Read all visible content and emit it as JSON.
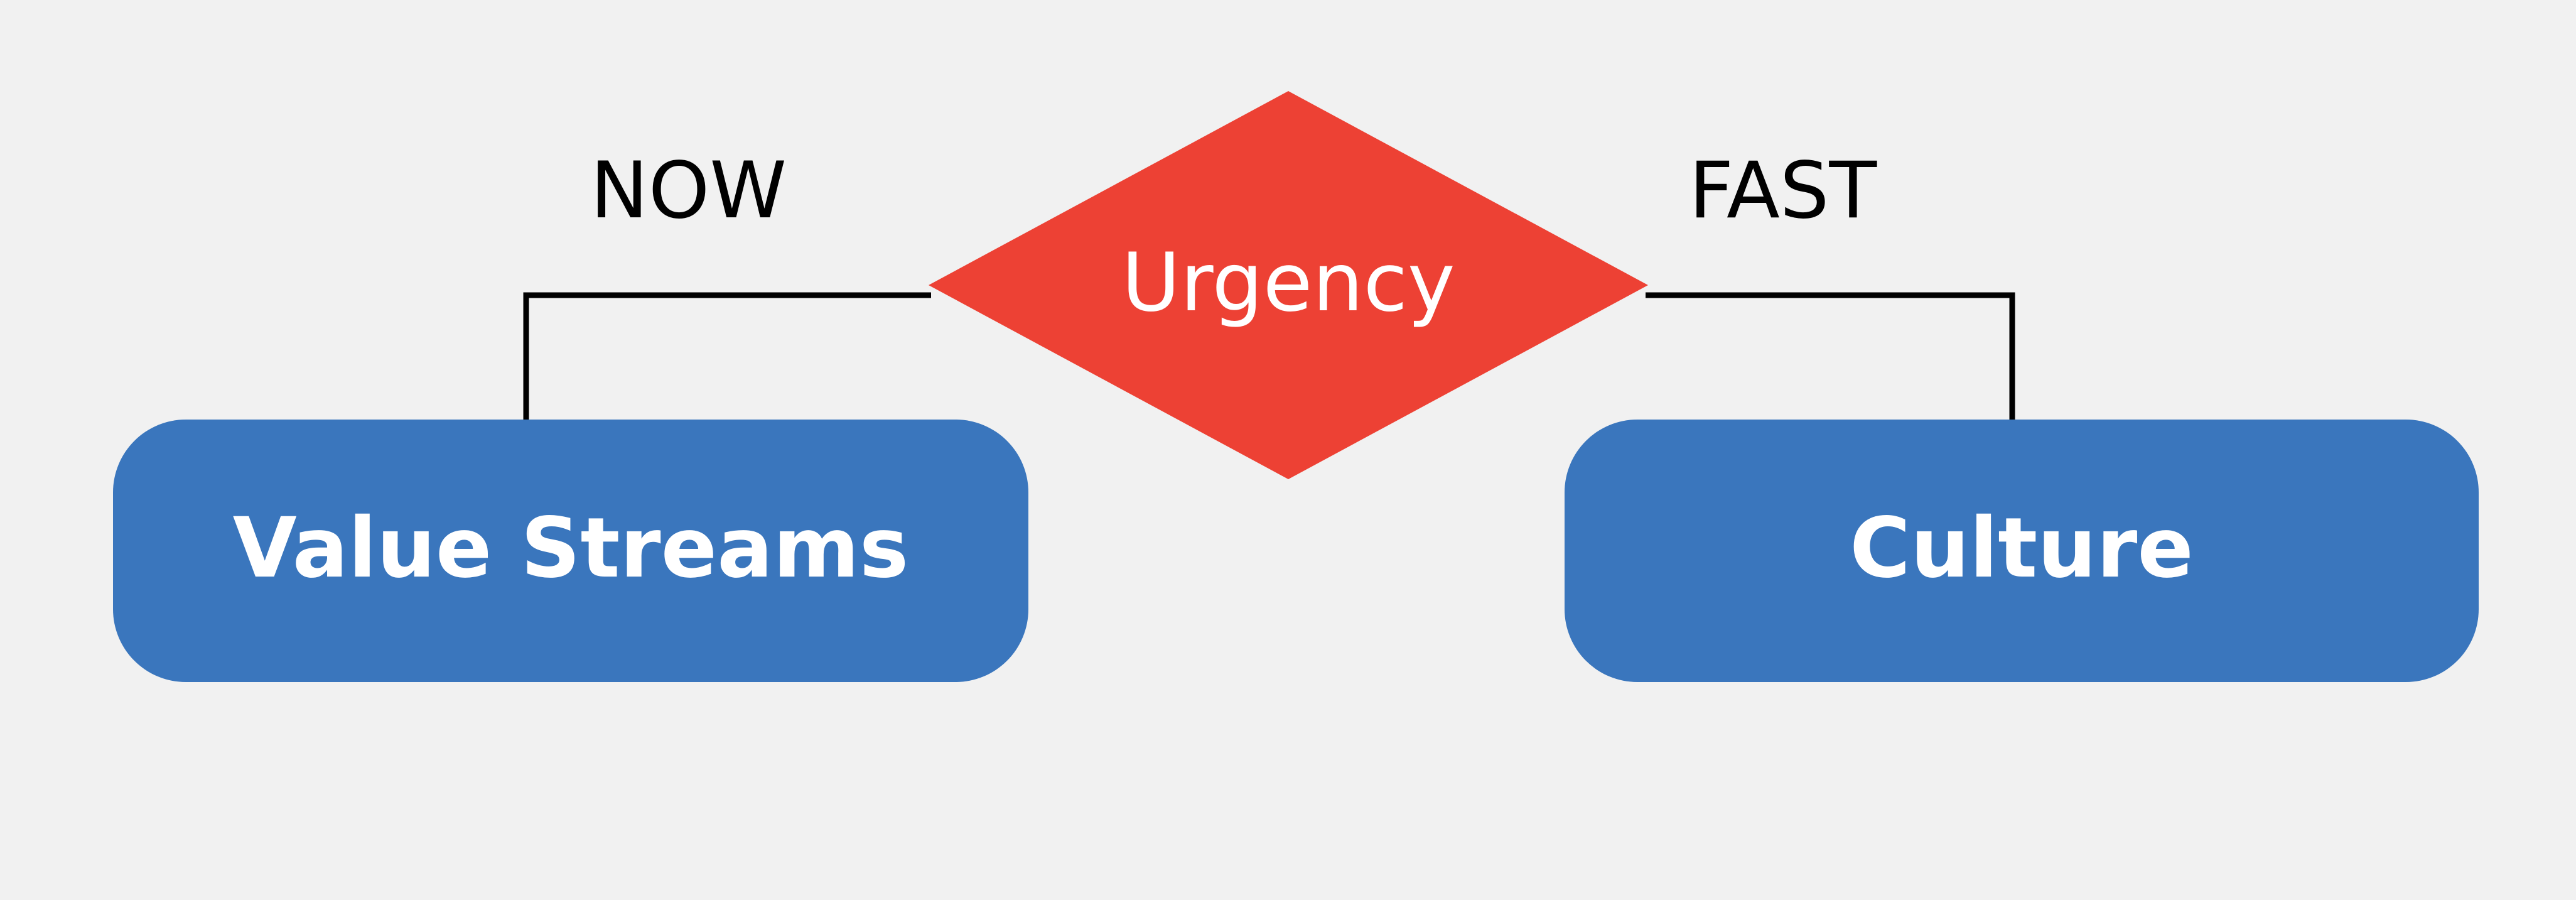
{
  "diagram": {
    "type": "flowchart",
    "background_color": "#f1f1f1",
    "decision": {
      "label": "Urgency",
      "shape": "diamond",
      "fill_color": "#ed4134",
      "text_color": "#ffffff"
    },
    "branches": [
      {
        "label": "NOW",
        "text_color": "#000000",
        "side": "left",
        "target": "Value Streams"
      },
      {
        "label": "FAST",
        "text_color": "#000000",
        "side": "right",
        "target": "Culture"
      }
    ],
    "nodes": [
      {
        "label": "Value Streams",
        "shape": "rounded-rectangle",
        "fill_color": "#3a76bd",
        "text_color": "#ffffff"
      },
      {
        "label": "Culture",
        "shape": "rounded-rectangle",
        "fill_color": "#3a76bd",
        "text_color": "#ffffff"
      }
    ],
    "connector_color": "#000000"
  }
}
